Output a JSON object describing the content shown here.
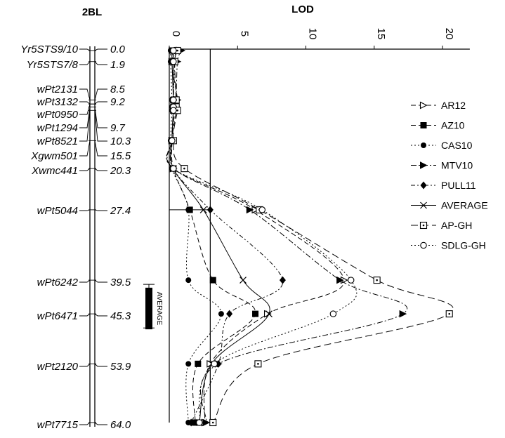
{
  "chart_data": {
    "type": "line",
    "chromosome_label": "2BL",
    "lod_axis_label": "LOD",
    "lod_ticks": [
      0,
      5,
      10,
      15,
      20
    ],
    "lod_range": [
      0,
      22
    ],
    "threshold": 3.0,
    "markers": [
      {
        "name": "Yr5STS9/10",
        "cm": 0.0,
        "pos_text": "0.0"
      },
      {
        "name": "Yr5STS7/8",
        "cm": 1.9,
        "pos_text": "1.9"
      },
      {
        "name": "wPt2131",
        "cm": 8.5,
        "pos_text": "8.5"
      },
      {
        "name": "wPt3132",
        "cm": 9.2,
        "pos_text": "9.2"
      },
      {
        "name": "wPt0950",
        "cm": 9.2,
        "pos_text": ""
      },
      {
        "name": "wPt1294",
        "cm": 9.7,
        "pos_text": "9.7"
      },
      {
        "name": "wPt8521",
        "cm": 10.3,
        "pos_text": "10.3"
      },
      {
        "name": "Xgwm501",
        "cm": 15.5,
        "pos_text": "15.5"
      },
      {
        "name": "Xwmc441",
        "cm": 20.3,
        "pos_text": "20.3"
      },
      {
        "name": "wPt5044",
        "cm": 27.4,
        "pos_text": "27.4"
      },
      {
        "name": "wPt6242",
        "cm": 39.5,
        "pos_text": "39.5"
      },
      {
        "name": "wPt6471",
        "cm": 45.3,
        "pos_text": "45.3"
      },
      {
        "name": "wPt2120",
        "cm": 53.9,
        "pos_text": "53.9"
      },
      {
        "name": "wPt7715",
        "cm": 64.0,
        "pos_text": "64.0"
      }
    ],
    "qtl_interval": {
      "label": "AVERAGE",
      "from_cm": 39.5,
      "to_cm": 47.0,
      "core_from_cm": 40.8,
      "core_to_cm": 45.3
    },
    "series": [
      {
        "name": "AR12",
        "marker": "open-triangle-right",
        "dash": "7,4",
        "values": [
          [
            0,
            0.8
          ],
          [
            1.9,
            0.2
          ],
          [
            8.5,
            0.6
          ],
          [
            9.7,
            0.4
          ],
          [
            10.3,
            0.5
          ],
          [
            15.5,
            0.2
          ],
          [
            20.3,
            0.3
          ],
          [
            27.4,
            6.3
          ],
          [
            39.5,
            12.8
          ],
          [
            45.3,
            7.2
          ],
          [
            53.9,
            3.0
          ],
          [
            64.0,
            2.6
          ]
        ]
      },
      {
        "name": "AZ10",
        "marker": "filled-square",
        "dash": "7,4",
        "values": [
          [
            0,
            0.2
          ],
          [
            1.9,
            0.3
          ],
          [
            8.5,
            0.3
          ],
          [
            9.7,
            0.4
          ],
          [
            10.3,
            0.3
          ],
          [
            15.5,
            0.2
          ],
          [
            20.3,
            0.3
          ],
          [
            27.4,
            1.5
          ],
          [
            39.5,
            3.2
          ],
          [
            45.3,
            6.3
          ],
          [
            53.9,
            2.1
          ],
          [
            64.0,
            1.9
          ]
        ]
      },
      {
        "name": "CAS10",
        "marker": "filled-circle",
        "dash": "2,3",
        "values": [
          [
            0,
            0.1
          ],
          [
            1.9,
            0.1
          ],
          [
            8.5,
            0.2
          ],
          [
            9.7,
            0.2
          ],
          [
            10.3,
            0.2
          ],
          [
            15.5,
            0.1
          ],
          [
            20.3,
            0.2
          ],
          [
            27.4,
            1.4
          ],
          [
            39.5,
            1.4
          ],
          [
            45.3,
            3.8
          ],
          [
            53.9,
            1.4
          ],
          [
            64.0,
            1.4
          ]
        ]
      },
      {
        "name": "MTV10",
        "marker": "filled-triangle-right",
        "dash": "8,3,2,3",
        "values": [
          [
            0,
            0.9
          ],
          [
            1.9,
            0.6
          ],
          [
            8.5,
            0.5
          ],
          [
            9.7,
            0.4
          ],
          [
            10.3,
            0.4
          ],
          [
            15.5,
            0.2
          ],
          [
            20.3,
            0.3
          ],
          [
            27.4,
            5.9
          ],
          [
            39.5,
            12.5
          ],
          [
            45.3,
            17.1
          ],
          [
            53.9,
            3.6
          ],
          [
            64.0,
            2.7
          ]
        ]
      },
      {
        "name": "PULL11",
        "marker": "filled-diamond",
        "dash": "6,3,2,3,2,3",
        "values": [
          [
            0,
            0.5
          ],
          [
            1.9,
            0.4
          ],
          [
            8.5,
            0.3
          ],
          [
            9.7,
            0.3
          ],
          [
            10.3,
            0.3
          ],
          [
            15.5,
            0.2
          ],
          [
            20.3,
            0.3
          ],
          [
            27.4,
            3.0
          ],
          [
            39.5,
            8.3
          ],
          [
            45.3,
            4.4
          ],
          [
            53.9,
            3.6
          ],
          [
            64.0,
            1.6
          ]
        ]
      },
      {
        "name": "AVERAGE",
        "marker": "x",
        "dash": "",
        "values": [
          [
            0,
            0.2
          ],
          [
            1.9,
            0.2
          ],
          [
            8.5,
            0.3
          ],
          [
            9.7,
            0.3
          ],
          [
            10.3,
            0.3
          ],
          [
            15.5,
            0.2
          ],
          [
            20.3,
            0.3
          ],
          [
            27.4,
            2.5
          ],
          [
            39.5,
            5.4
          ],
          [
            45.3,
            7.3
          ],
          [
            53.9,
            3.1
          ],
          [
            64.0,
            2.2
          ]
        ]
      },
      {
        "name": "AP-GH",
        "marker": "open-square-dot",
        "dash": "10,5",
        "values": [
          [
            0,
            0.6
          ],
          [
            1.9,
            0.4
          ],
          [
            8.5,
            0.5
          ],
          [
            9.7,
            0.5
          ],
          [
            10.3,
            0.6
          ],
          [
            15.5,
            0.3
          ],
          [
            20.3,
            1.1
          ],
          [
            27.4,
            6.6
          ],
          [
            39.5,
            15.2
          ],
          [
            45.3,
            20.5
          ],
          [
            53.9,
            6.5
          ],
          [
            64.0,
            3.2
          ]
        ]
      },
      {
        "name": "SDLG-GH",
        "marker": "open-circle",
        "dash": "2,3",
        "values": [
          [
            0,
            0.3
          ],
          [
            1.9,
            0.3
          ],
          [
            8.5,
            0.3
          ],
          [
            9.7,
            0.3
          ],
          [
            10.3,
            0.3
          ],
          [
            15.5,
            0.2
          ],
          [
            20.3,
            0.3
          ],
          [
            27.4,
            6.8
          ],
          [
            39.5,
            13.3
          ],
          [
            45.3,
            12.0
          ],
          [
            53.9,
            3.3
          ],
          [
            64.0,
            2.2
          ]
        ]
      }
    ]
  }
}
